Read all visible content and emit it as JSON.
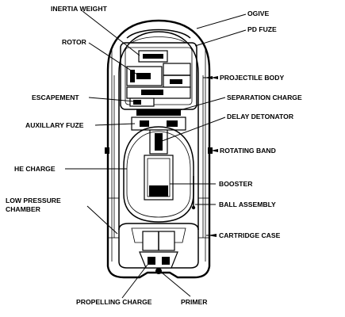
{
  "labels": {
    "inertia_weight": "INERTIA WEIGHT",
    "ogive": "OGIVE",
    "pd_fuze": "PD FUZE",
    "rotor": "ROTOR",
    "projectile_body": "PROJECTILE BODY",
    "escapement": "ESCAPEMENT",
    "separation_charge": "SEPARATION CHARGE",
    "auxillary_fuze": "AUXILLARY FUZE",
    "delay_detonator": "DELAY DETONATOR",
    "rotating_band": "ROTATING BAND",
    "he_charge": "HE CHARGE",
    "booster": "BOOSTER",
    "low_pressure_line1": "LOW PRESSURE",
    "low_pressure_line2": "CHAMBER",
    "ball_assembly": "BALL ASSEMBLY",
    "cartridge_case": "CARTRIDGE CASE",
    "propelling_charge": "PROPELLING CHARGE",
    "primer": "PRIMER"
  }
}
